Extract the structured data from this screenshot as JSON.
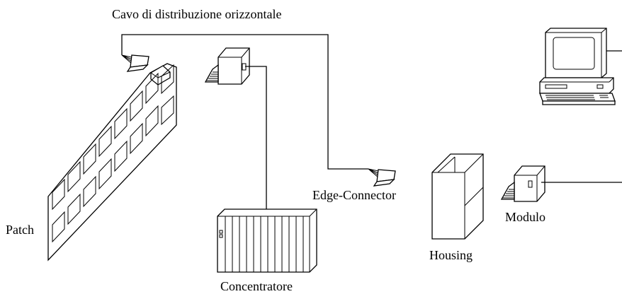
{
  "labels": {
    "horizontal_cable": "Cavo di distribuzione orizzontale",
    "edge_connector": "Edge-Connector",
    "module": "Modulo",
    "housing": "Housing",
    "patch": "Patch",
    "concentrator": "Concentratore"
  }
}
